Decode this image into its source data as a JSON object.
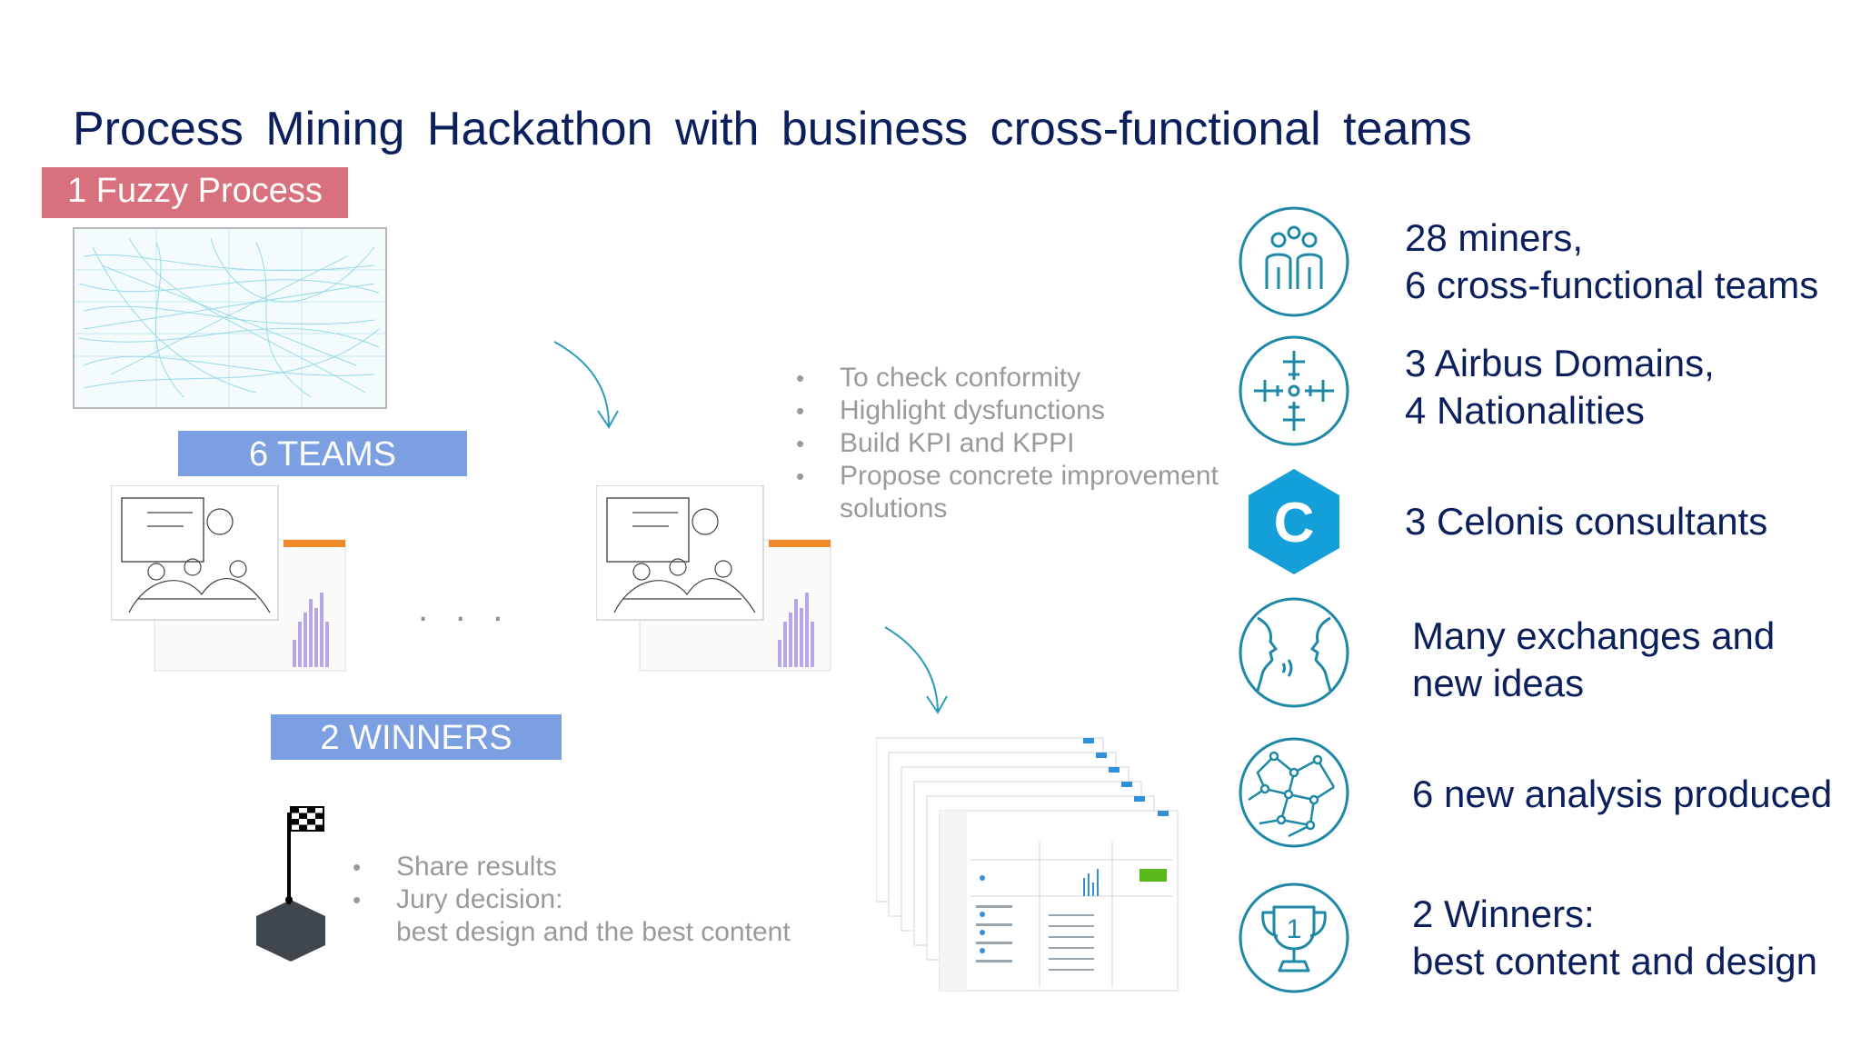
{
  "title": "Process Mining Hackathon with business cross-functional teams",
  "tags": {
    "fuzzy": "1 Fuzzy Process",
    "teams": "6 TEAMS",
    "winners": "2 WINNERS"
  },
  "goals": [
    "To check conformity",
    "Highlight dysfunctions",
    "Build KPI and KPPI",
    "Propose concrete improvement",
    "solutions"
  ],
  "outcomes": [
    "Share results",
    "Jury decision:",
    "best design and the best content"
  ],
  "ellipsis": "...",
  "stats": [
    {
      "icon": "team-people-icon",
      "line1": "28 miners,",
      "line2": "6 cross-functional teams"
    },
    {
      "icon": "airplanes-icon",
      "line1": "3 Airbus Domains,",
      "line2": "4 Nationalities"
    },
    {
      "icon": "celonis-logo-icon",
      "line1": "3 Celonis consultants",
      "line2": ""
    },
    {
      "icon": "faces-talking-icon",
      "line1": "Many exchanges and",
      "line2": "new ideas"
    },
    {
      "icon": "network-globe-icon",
      "line1": "6 new analysis produced",
      "line2": ""
    },
    {
      "icon": "trophy-icon",
      "line1": "2 Winners:",
      "line2": "best content and design"
    }
  ],
  "logo_letter": "C",
  "trophy_number": "1",
  "colors": {
    "teal": "#1e89a6",
    "navy": "#0b1f5c",
    "pink": "#d9707e",
    "blue": "#7b9fe0",
    "gray": "#9a9a9a"
  }
}
